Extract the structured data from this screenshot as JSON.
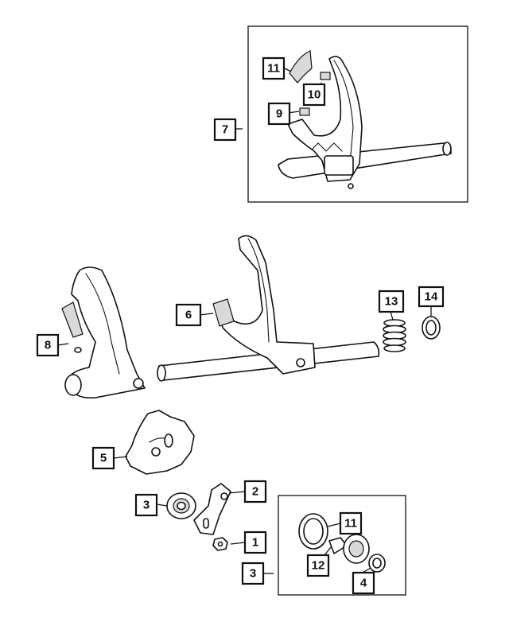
{
  "callouts": [
    {
      "id": "c1",
      "label": "1"
    },
    {
      "id": "c2",
      "label": "2"
    },
    {
      "id": "c3a",
      "label": "3"
    },
    {
      "id": "c3b",
      "label": "3"
    },
    {
      "id": "c4",
      "label": "4"
    },
    {
      "id": "c5",
      "label": "5"
    },
    {
      "id": "c6",
      "label": "6"
    },
    {
      "id": "c7",
      "label": "7"
    },
    {
      "id": "c8",
      "label": "8"
    },
    {
      "id": "c9",
      "label": "9"
    },
    {
      "id": "c10",
      "label": "10"
    },
    {
      "id": "c11a",
      "label": "11"
    },
    {
      "id": "c11b",
      "label": "11"
    },
    {
      "id": "c12",
      "label": "12"
    },
    {
      "id": "c13",
      "label": "13"
    },
    {
      "id": "c14",
      "label": "14"
    }
  ],
  "colors": {
    "ink": "#111111",
    "paper": "#ffffff",
    "shade": "#d9d9d9"
  }
}
